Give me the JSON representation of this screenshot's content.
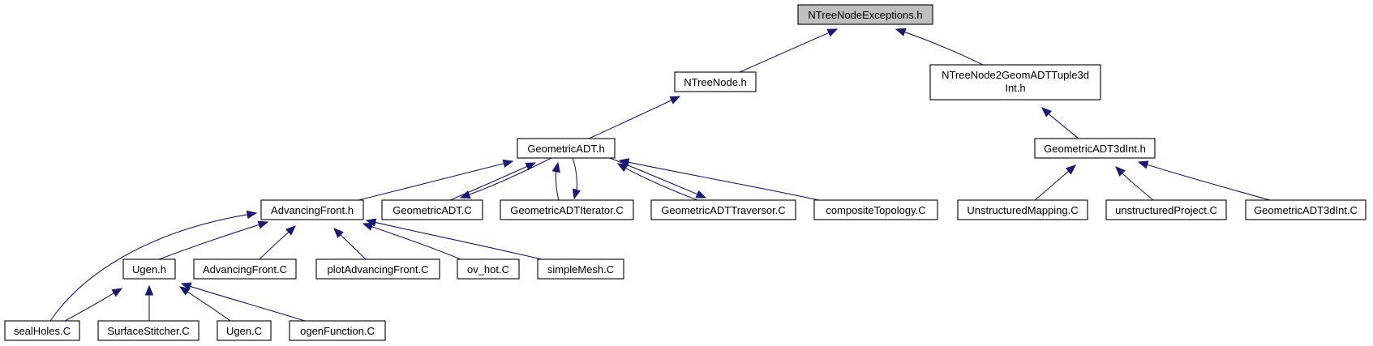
{
  "graph": {
    "root": "NTreeNodeExceptions.h",
    "nodes": {
      "n_exc": "NTreeNodeExceptions.h",
      "n_ntree": "NTreeNode.h",
      "n_tuple": [
        "NTreeNode2GeomADTTuple3d",
        "Int.h"
      ],
      "n_gadt": "GeometricADT.h",
      "n_g3d": "GeometricADT3dInt.h",
      "n_af": "AdvancingFront.h",
      "n_gadtc": "GeometricADT.C",
      "n_iter": "GeometricADTIterator.C",
      "n_trav": "GeometricADTTraversor.C",
      "n_comp": "compositeTopology.C",
      "n_umap": "UnstructuredMapping.C",
      "n_uproj": "unstructuredProject.C",
      "n_g3dc": "GeometricADT3dInt.C",
      "n_ugen": "Ugen.h",
      "n_afc": "AdvancingFront.C",
      "n_plot": "plotAdvancingFront.C",
      "n_ovhot": "ov_hot.C",
      "n_simple": "simpleMesh.C",
      "n_seal": "sealHoles.C",
      "n_surf": "SurfaceStitcher.C",
      "n_ugenc": "Ugen.C",
      "n_ogen": "ogenFunction.C"
    },
    "edges": [
      [
        "n_ntree",
        "n_exc"
      ],
      [
        "n_tuple",
        "n_exc"
      ],
      [
        "n_gadt",
        "n_ntree"
      ],
      [
        "n_g3d",
        "n_tuple"
      ],
      [
        "n_af",
        "n_gadt"
      ],
      [
        "n_gadtc",
        "n_gadt"
      ],
      [
        "n_gadt",
        "n_gadtc"
      ],
      [
        "n_iter",
        "n_gadt"
      ],
      [
        "n_gadt",
        "n_iter"
      ],
      [
        "n_trav",
        "n_gadt"
      ],
      [
        "n_gadt",
        "n_trav"
      ],
      [
        "n_comp",
        "n_gadt"
      ],
      [
        "n_umap",
        "n_g3d"
      ],
      [
        "n_uproj",
        "n_g3d"
      ],
      [
        "n_g3dc",
        "n_g3d"
      ],
      [
        "n_ugen",
        "n_af"
      ],
      [
        "n_afc",
        "n_af"
      ],
      [
        "n_plot",
        "n_af"
      ],
      [
        "n_ovhot",
        "n_af"
      ],
      [
        "n_simple",
        "n_af"
      ],
      [
        "n_seal",
        "n_af"
      ],
      [
        "n_seal",
        "n_ugen"
      ],
      [
        "n_surf",
        "n_ugen"
      ],
      [
        "n_ugenc",
        "n_ugen"
      ],
      [
        "n_ogen",
        "n_ugen"
      ]
    ]
  },
  "colors": {
    "edge": "#191970",
    "root_fill": "#bfbfbf",
    "node_fill": "#ffffff",
    "node_border": "#000000"
  }
}
